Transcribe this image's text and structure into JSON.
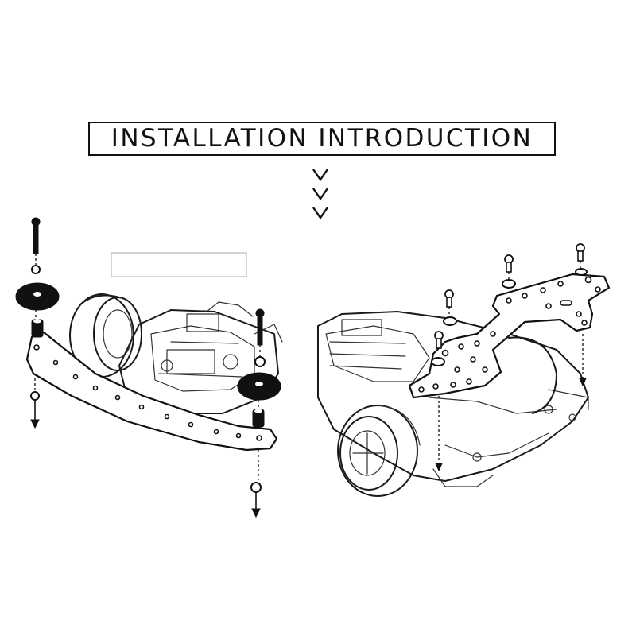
{
  "title": "INSTALLATION INTRODUCTION",
  "chevrons": [
    "v",
    "v",
    "v"
  ],
  "left_diagram": {
    "parts": [
      "screw-icon",
      "washer-icon",
      "rubber-ring-icon",
      "spacer-icon",
      "down-arrow-icon"
    ]
  },
  "right_diagram": {
    "parts": [
      "screw-icon",
      "washer-icon",
      "carbon-plate-icon",
      "down-arrow-icon"
    ]
  }
}
